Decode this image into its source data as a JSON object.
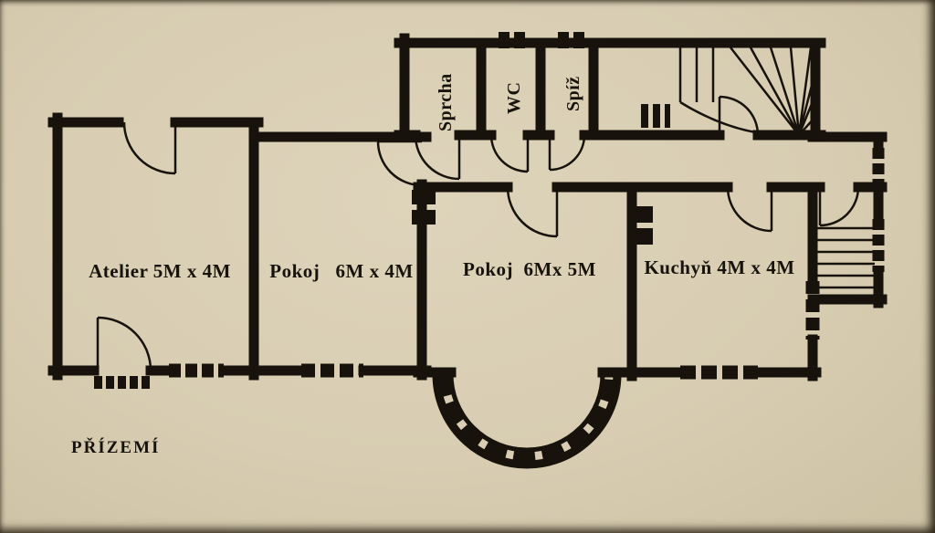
{
  "document": {
    "type": "scanned-floor-plan",
    "floor_label": "PŘÍZEMÍ"
  },
  "palette": {
    "paper": "#d8cdb2",
    "ink": "#17120b"
  },
  "rooms": {
    "atelier": {
      "label": "Atelier 5M x 4M"
    },
    "pokoj_small": {
      "label": "Pokoj   6M x 4M"
    },
    "pokoj_large": {
      "label": "Pokoj  6Mx 5M"
    },
    "kuchyn": {
      "label": "Kuchyň 4M x 4M"
    },
    "sprcha": {
      "label": "Sprcha"
    },
    "wc": {
      "label": "WC"
    },
    "spiz": {
      "label": "Spíž"
    }
  }
}
